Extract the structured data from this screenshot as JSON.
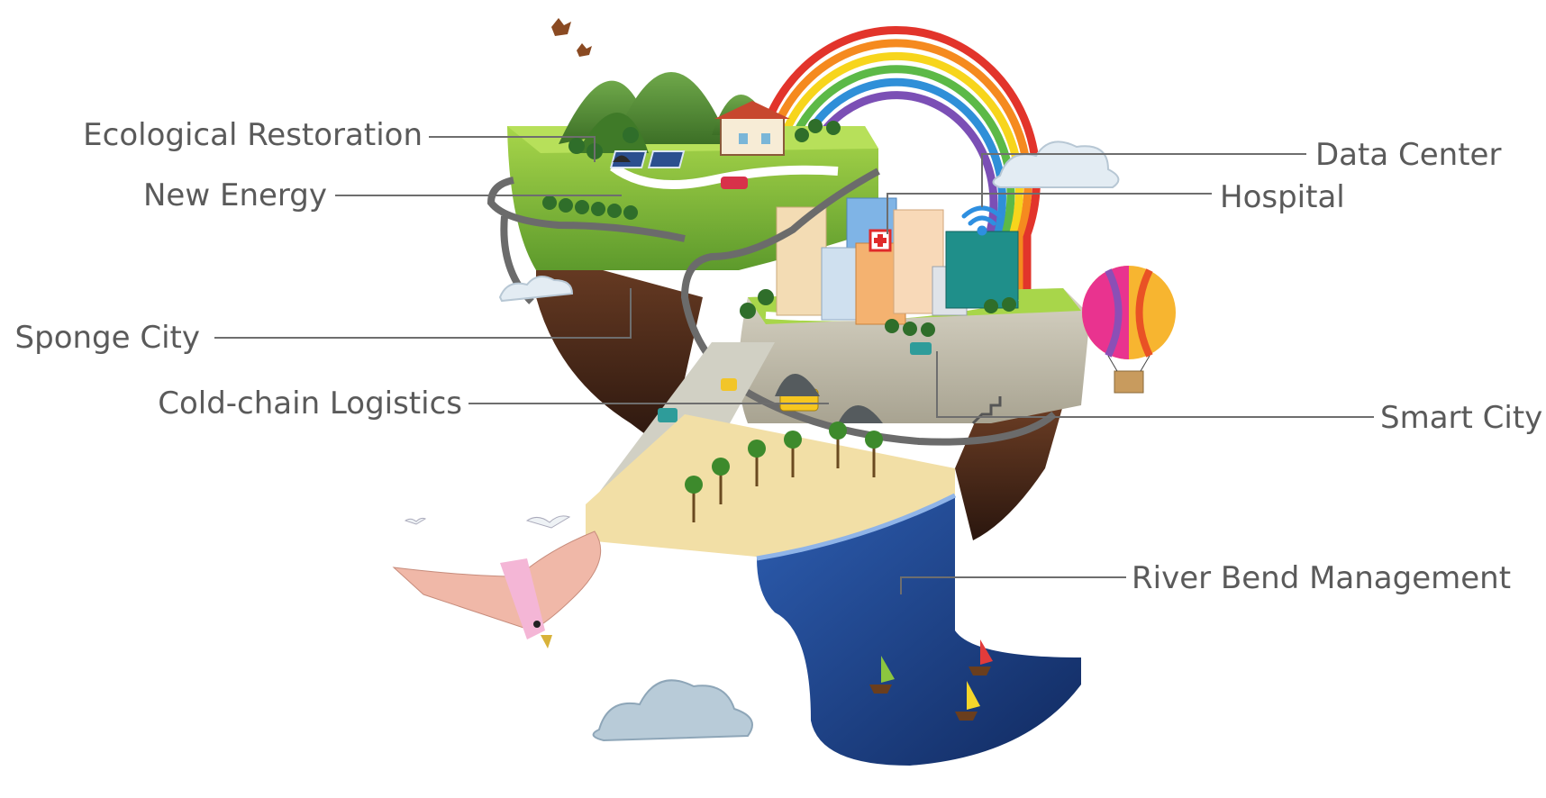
{
  "labels": {
    "ecological_restoration": "Ecological Restoration",
    "new_energy": "New Energy",
    "sponge_city": "Sponge City",
    "cold_chain_logistics": "Cold-chain Logistics",
    "data_center": "Data Center",
    "hospital": "Hospital",
    "smart_city": "Smart City",
    "river_bend_management": "River Bend Management"
  },
  "colors": {
    "label_text": "#5a5a5a",
    "leader_line": "#6e6e6e",
    "grass": "#8cc63f",
    "dark_grass": "#4e8f2a",
    "cliff": "#4a2a1c",
    "water": "#1c3f85",
    "sand": "#f2dfa6",
    "road": "#6b6b6b",
    "cloud": "#dde8f0"
  },
  "icons": [
    "deer-icon",
    "house-icon",
    "solar-panel-icon",
    "car-icon",
    "bus-icon",
    "wifi-icon",
    "hospital-cross-icon",
    "hot-air-balloon-icon",
    "sailboat-icon",
    "bird-icon",
    "palm-tree-icon",
    "rainbow-icon",
    "cloud-icon"
  ]
}
